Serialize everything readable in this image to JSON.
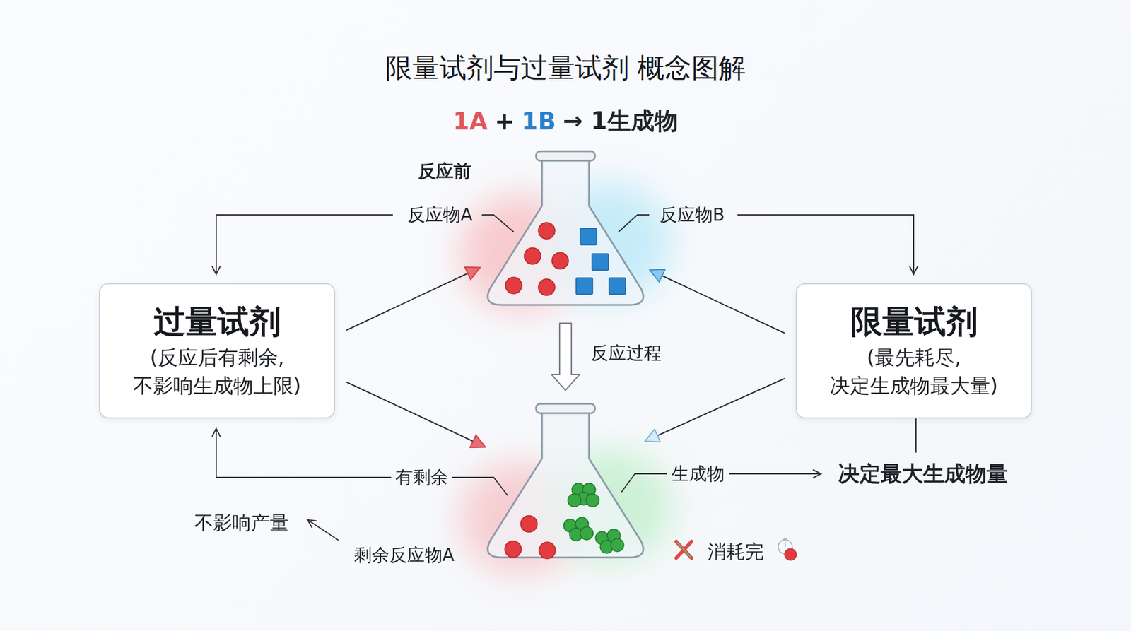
{
  "diagram": {
    "title": "限量试剂与过量试剂 概念图解",
    "nodes": [
      {
        "text": [
          "过量试剂",
          "(反应后有剩余, 不影响生成物上限)"
        ]
      },
      {
        "text": [
          "限量试剂",
          "(最先耗尽, 决定生成物最大量)"
        ]
      }
    ],
    "labels": [
      "1A",
      "+",
      "1B",
      "→ 1生成物",
      "反应前",
      "反应物A",
      "反应物B",
      "反应过程",
      "有剩余",
      "生成物",
      "决定最大生成物量",
      "不影响产量",
      "剩余反应物A",
      "消耗完"
    ]
  }
}
